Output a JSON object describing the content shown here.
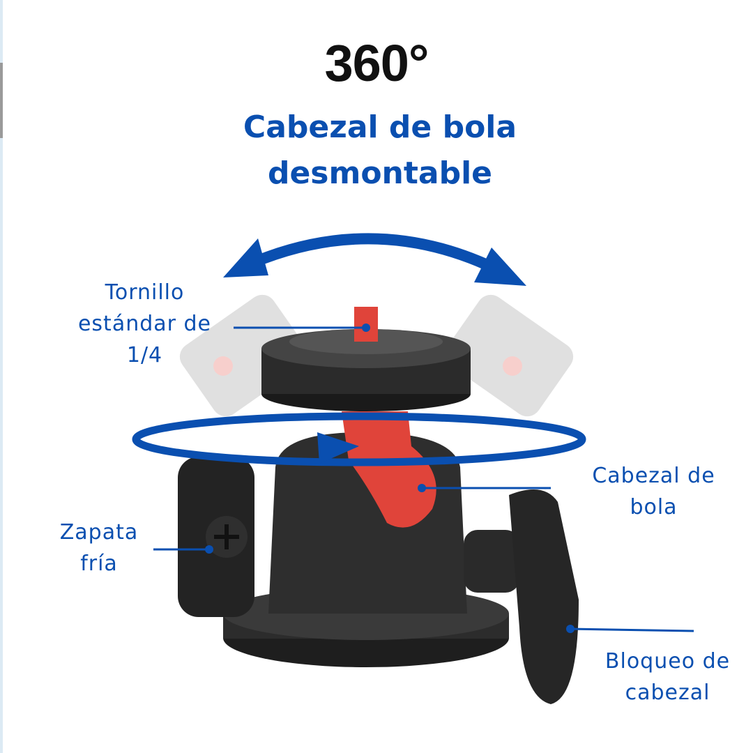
{
  "header": {
    "angle": "360°",
    "title_line1": "Cabezal de bola",
    "title_line2": "desmontable"
  },
  "labels": {
    "screw": [
      "Tornillo",
      "estándar de",
      "1/4"
    ],
    "cold_shoe": [
      "Zapata",
      "fría"
    ],
    "ball_head": [
      "Cabezal de",
      "bola"
    ],
    "lock": [
      "Bloqueo de",
      "cabezal"
    ]
  },
  "colors": {
    "accent": "#0a4fb0",
    "red": "#e0443a",
    "body": "#2a2a2a"
  }
}
